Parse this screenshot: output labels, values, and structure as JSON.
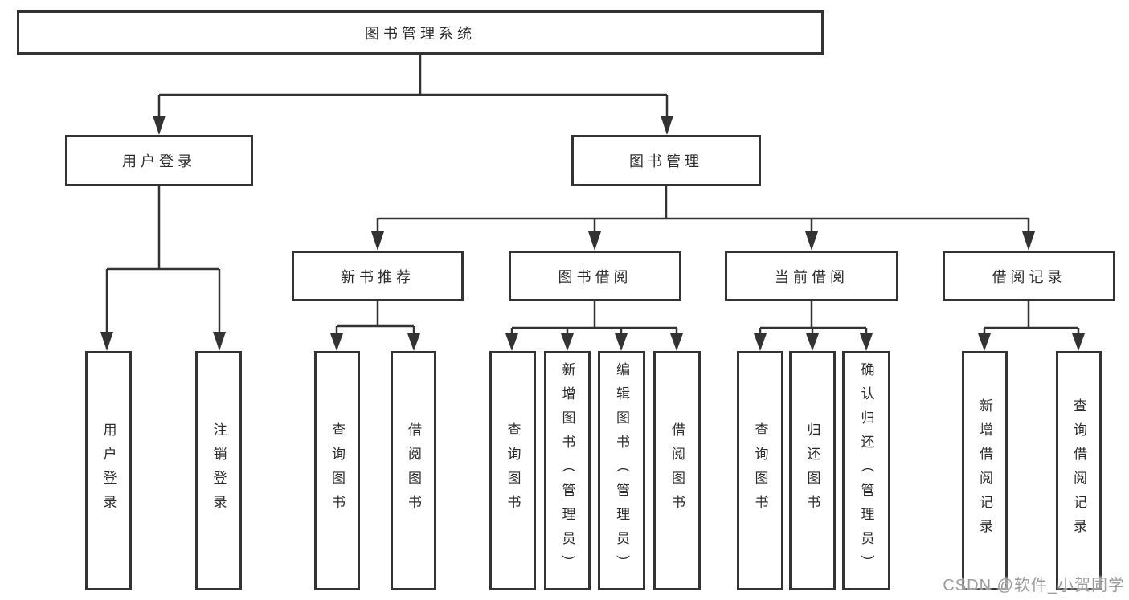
{
  "tree": {
    "root": "图书管理系统",
    "branches": [
      {
        "label": "用户登录",
        "leaves": [
          "用户登录",
          "注销登录"
        ]
      },
      {
        "label": "图书管理",
        "children": [
          {
            "label": "新书推荐",
            "leaves": [
              "查询图书",
              "借阅图书"
            ]
          },
          {
            "label": "图书借阅",
            "leaves": [
              "查询图书",
              "新增图书（管理员）",
              "编辑图书（管理员）",
              "借阅图书"
            ]
          },
          {
            "label": "当前借阅",
            "leaves": [
              "查询图书",
              "归还图书",
              "确认归还（管理员）"
            ]
          },
          {
            "label": "借阅记录",
            "leaves": [
              "新增借阅记录",
              "查询借阅记录"
            ]
          }
        ]
      }
    ]
  },
  "watermark": "CSDN @软件_小贺同学",
  "colors": {
    "line": "#333333",
    "text": "#2d2d2d",
    "box_bg": "#ffffff",
    "watermark": "#9c9c9c"
  }
}
